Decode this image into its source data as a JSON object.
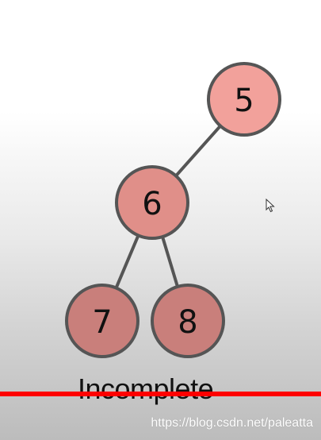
{
  "tree": {
    "nodes": [
      {
        "id": "n5",
        "label": "5"
      },
      {
        "id": "n6",
        "label": "6"
      },
      {
        "id": "n7",
        "label": "7"
      },
      {
        "id": "n8",
        "label": "8"
      }
    ],
    "edges": [
      {
        "from": "n5",
        "to": "n6"
      },
      {
        "from": "n6",
        "to": "n7"
      },
      {
        "from": "n6",
        "to": "n8"
      }
    ]
  },
  "caption": "Incomplete",
  "watermark": "https://blog.csdn.net/paleatta",
  "colors": {
    "node_fill_light": "#f2a19b",
    "node_fill_mid": "#e08f89",
    "node_fill_dark": "#c97f7b",
    "node_stroke": "#555555",
    "edge": "#555555",
    "strike_line": "#ff0000"
  }
}
